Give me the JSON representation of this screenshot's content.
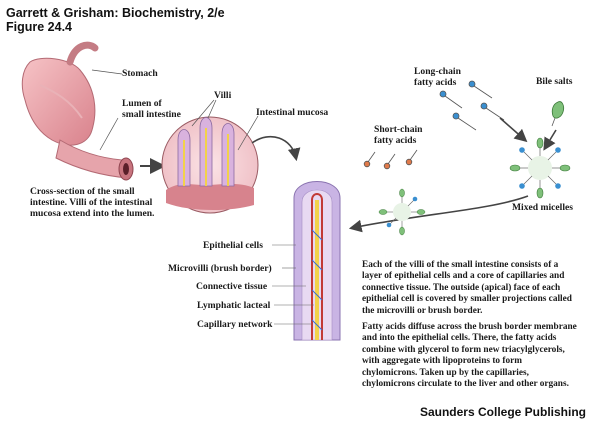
{
  "header": {
    "title": "Garrett & Grisham: Biochemistry, 2/e",
    "figure": "Figure 24.4"
  },
  "labels": {
    "stomach": "Stomach",
    "lumen": [
      "Lumen of",
      "small intestine"
    ],
    "villi": "Villi",
    "intestinal_mucosa": "Intestinal mucosa",
    "cross_section_caption": [
      "Cross-section of the small",
      "intestine. Villi of the intestinal",
      "mucosa extend into the lumen."
    ],
    "long_chain": [
      "Long-chain",
      "fatty acids"
    ],
    "bile_salts": "Bile salts",
    "short_chain": [
      "Short-chain",
      "fatty acids"
    ],
    "mixed_micelles": "Mixed micelles",
    "epithelial_cells": "Epithelial cells",
    "microvilli": "Microvilli (brush border)",
    "connective_tissue": "Connective tissue",
    "lymphatic_lacteal": "Lymphatic lacteal",
    "capillary_network": "Capillary network"
  },
  "paragraphs": {
    "p1": [
      "Each of the villi of the small intestine consists of a",
      "layer of epithelial cells and a core of capillaries and",
      "connective tissue. The outside (apical) face of each",
      "epithelial cell is covered by smaller projections called",
      "the microvilli or brush border."
    ],
    "p2": [
      "Fatty acids diffuse across the brush border membrane",
      "and into the epithelial cells. There, the fatty acids",
      "combine with glycerol to form new triacylglycerols,",
      "with aggregate with lipoproteins to form",
      "chylomicrons. Taken up by the capillaries,",
      "chylomicrons circulate to the liver and other organs."
    ]
  },
  "publisher": "Saunders College Publishing",
  "colors": {
    "tissue_pink": "#e8a0a8",
    "tissue_dark": "#c0606a",
    "epithelium_purple": "#b7a6d6",
    "capillary_red": "#c23a36",
    "lacteal_yellow": "#f2d24a",
    "micelle_green": "#7fc07a",
    "fatty_acid_blue": "#3a8fd0",
    "short_chain_orange": "#e07a4a"
  }
}
